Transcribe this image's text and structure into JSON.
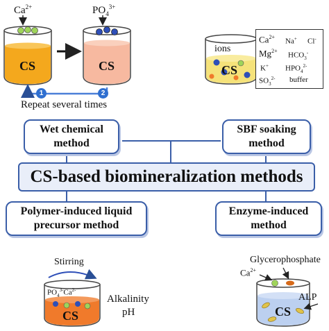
{
  "top_left": {
    "ion1": "Ca",
    "ion1_sup": "2+",
    "ion2": "PO",
    "ion2_sub": "4",
    "ion2_sup": "3+",
    "beaker_label": "CS",
    "step1": "1",
    "step2": "2",
    "caption": "Repeat several times",
    "colors": {
      "beaker1_fill": "#f4a81d",
      "beaker2_fill": "#f7b9a0"
    }
  },
  "top_right": {
    "ions_label": "ions",
    "beaker_label": "CS",
    "ions": [
      {
        "t": "Ca",
        "sup": "2+"
      },
      {
        "t": "Na",
        "sup": "+"
      },
      {
        "t": "Cl",
        "sup": "-"
      },
      {
        "t": "Mg",
        "sup": "2+"
      },
      {
        "t": "HCO",
        "sub": "3",
        "sup": "-"
      },
      {
        "t": "K",
        "sup": "+"
      },
      {
        "t": "HPO",
        "sub": "4",
        "sup": "2-"
      },
      {
        "t": "SO",
        "sub": "3",
        "sup": "2-"
      },
      {
        "t": "buffer"
      }
    ]
  },
  "center_title": "CS-based biomineralization methods",
  "methods": {
    "wet": {
      "line1": "Wet chemical",
      "line2": "method"
    },
    "sbf": {
      "line1": "SBF soaking",
      "line2": "method"
    },
    "pilp": {
      "line1": "Polymer-induced liquid",
      "line2": "precursor method"
    },
    "enzyme": {
      "line1": "Enzyme-induced",
      "line2": "method"
    }
  },
  "bottom_left": {
    "stirring": "Stirring",
    "ion_a": "PO",
    "ion_a_sub": "4",
    "ion_a_sup": "3-",
    "ion_b": "Ca",
    "ion_b_sup": "2-",
    "beaker_label": "CS",
    "side1": "Alkalinity",
    "side2": "pH",
    "colors": {
      "fill": "#f07a2b"
    }
  },
  "bottom_right": {
    "top_label": "Glycerophosphate",
    "ion": "Ca",
    "ion_sup": "2+",
    "beaker_label": "CS",
    "enzyme": "ALP",
    "colors": {
      "fill": "#bcd0f0"
    }
  },
  "colors": {
    "accent": "#3a5ea8",
    "arrow": "#2a4f96"
  }
}
